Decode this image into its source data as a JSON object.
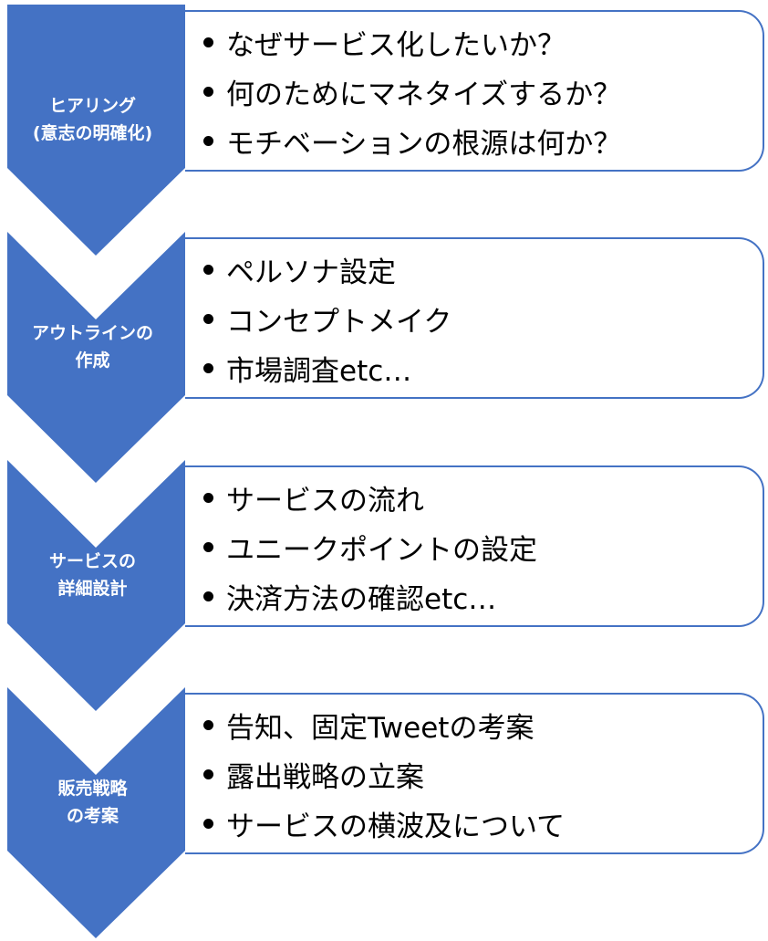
{
  "steps": [
    {
      "label_line1": "ヒアリング",
      "label_line2": "(意志の明確化)",
      "items": [
        "なぜサービス化したいか？",
        "何のためにマネタイズするか？",
        "モチベーションの根源は何か？"
      ]
    },
    {
      "label_line1": "アウトラインの",
      "label_line2": "作成",
      "items": [
        "ペルソナ設定",
        "コンセプトメイク",
        "市場調査etc…"
      ]
    },
    {
      "label_line1": "サービスの",
      "label_line2": "詳細設計",
      "items": [
        "サービスの流れ",
        "ユニークポイントの設定",
        "決済方法の確認etc…"
      ]
    },
    {
      "label_line1": "販売戦略",
      "label_line2": "の考案",
      "items": [
        "告知、固定Tweetの考案",
        "露出戦略の立案",
        "サービスの横波及について"
      ]
    }
  ],
  "colors": {
    "chevron": "#4472c4",
    "card_border": "#4472c4",
    "label_text": "#ffffff",
    "item_text": "#000000"
  }
}
